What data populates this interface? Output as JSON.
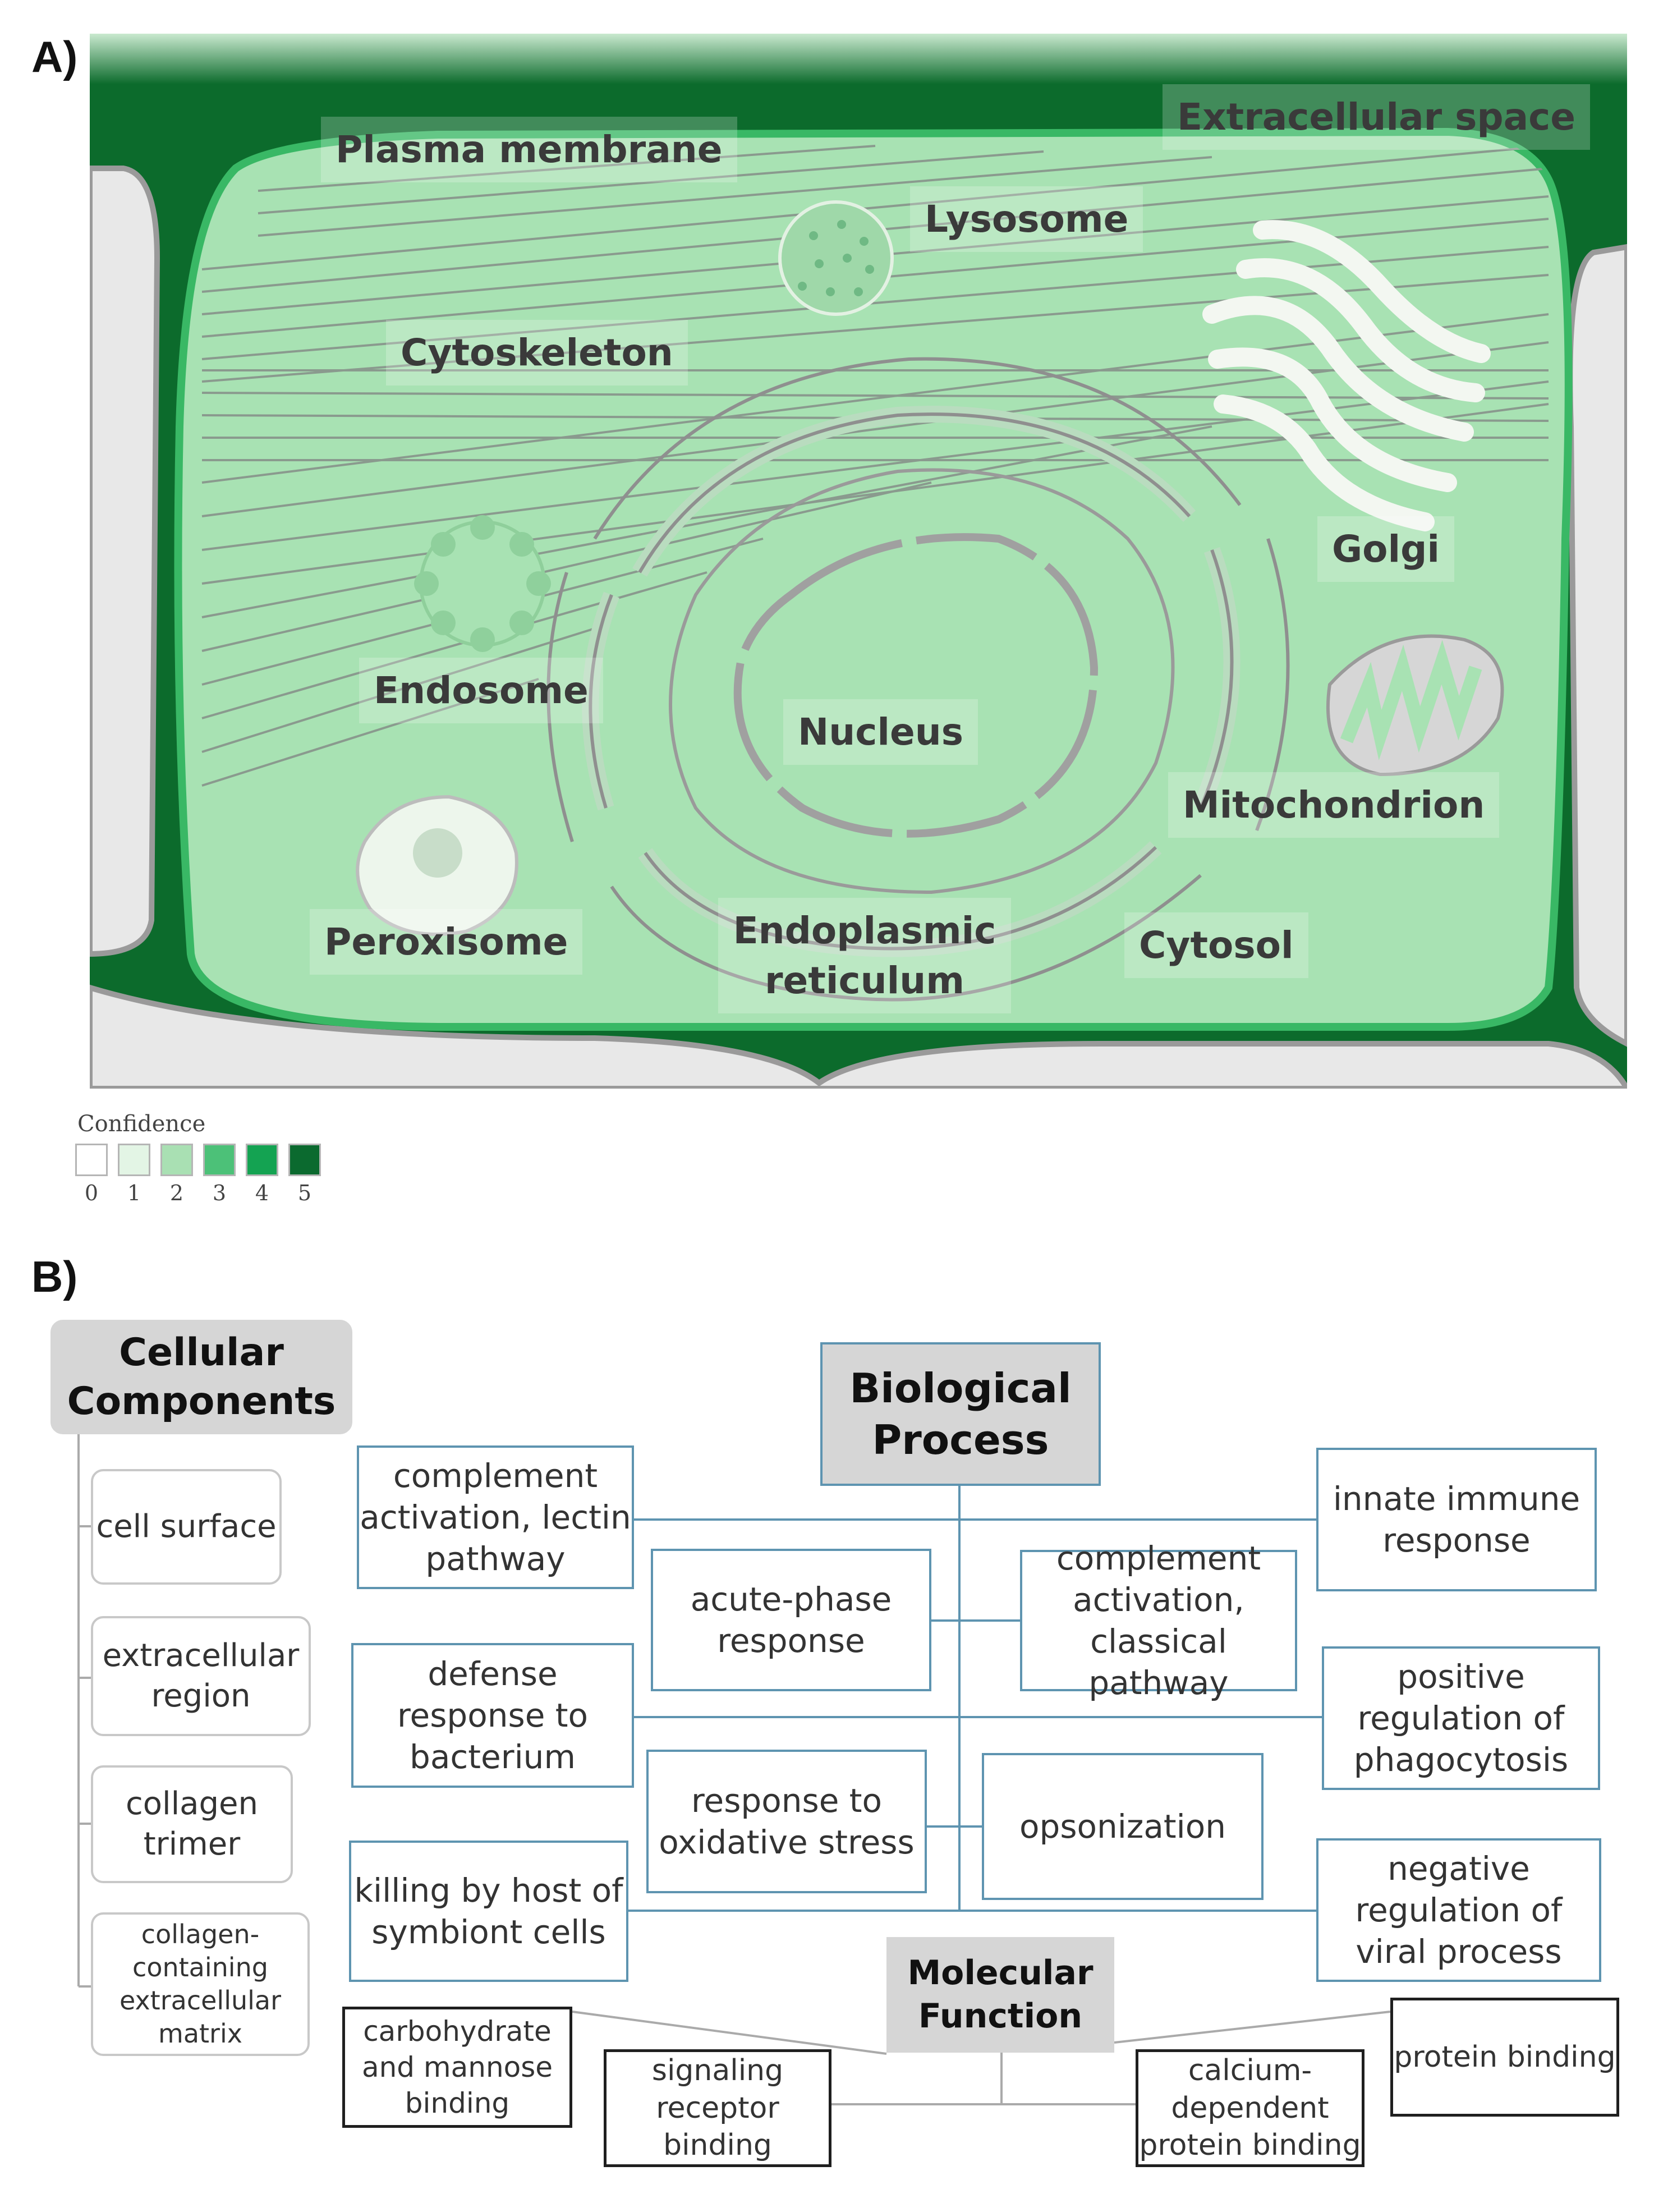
{
  "panels": {
    "a_label": "A)",
    "b_label": "B)"
  },
  "cell_diagram": {
    "labels": {
      "plasma_membrane": "Plasma membrane",
      "extracellular_space": "Extracellular space",
      "lysosome": "Lysosome",
      "cytoskeleton": "Cytoskeleton",
      "golgi": "Golgi",
      "endosome": "Endosome",
      "nucleus": "Nucleus",
      "mitochondrion": "Mitochondrion",
      "peroxisome": "Peroxisome",
      "endoplasmic_reticulum": "Endoplasmic reticulum",
      "cytosol": "Cytosol"
    },
    "colors": {
      "extracellular": "#0c6b2c",
      "cell_fill": "#a8e2b3",
      "membrane": "#39b865",
      "neighbor_cell": "#e8e8e8",
      "organelle_outline": "#999999"
    }
  },
  "confidence_legend": {
    "title": "Confidence",
    "levels": [
      {
        "value": "0",
        "color": "#ffffff"
      },
      {
        "value": "1",
        "color": "#e3f5e5"
      },
      {
        "value": "2",
        "color": "#a9e0b3"
      },
      {
        "value": "3",
        "color": "#4cc178"
      },
      {
        "value": "4",
        "color": "#14a352"
      },
      {
        "value": "5",
        "color": "#0b6a2f"
      }
    ]
  },
  "go_terms": {
    "cellular_components": {
      "title": "Cellular Components",
      "items": [
        "cell surface",
        "extracellular region",
        "collagen trimer",
        "collagen-containing extracellular matrix"
      ]
    },
    "biological_process": {
      "title": "Biological Process",
      "items": {
        "complement_lectin": "complement activation, lectin pathway",
        "acute_phase": "acute-phase response",
        "defense_bacterium": "defense response to bacterium",
        "oxidative_stress": "response to oxidative stress",
        "killing_symbiont": "killing by host of symbiont cells",
        "innate_immune": "innate immune response",
        "complement_classical": "complement activation, classical pathway",
        "phagocytosis": "positive regulation of phagocytosis",
        "opsonization": "opsonization",
        "viral_process": "negative regulation of viral process"
      }
    },
    "molecular_function": {
      "title": "Molecular Function",
      "items": {
        "carbohydrate": "carbohydrate and mannose binding",
        "signaling": "signaling receptor binding",
        "calcium": "calcium-dependent protein binding",
        "protein": "protein binding"
      }
    }
  }
}
